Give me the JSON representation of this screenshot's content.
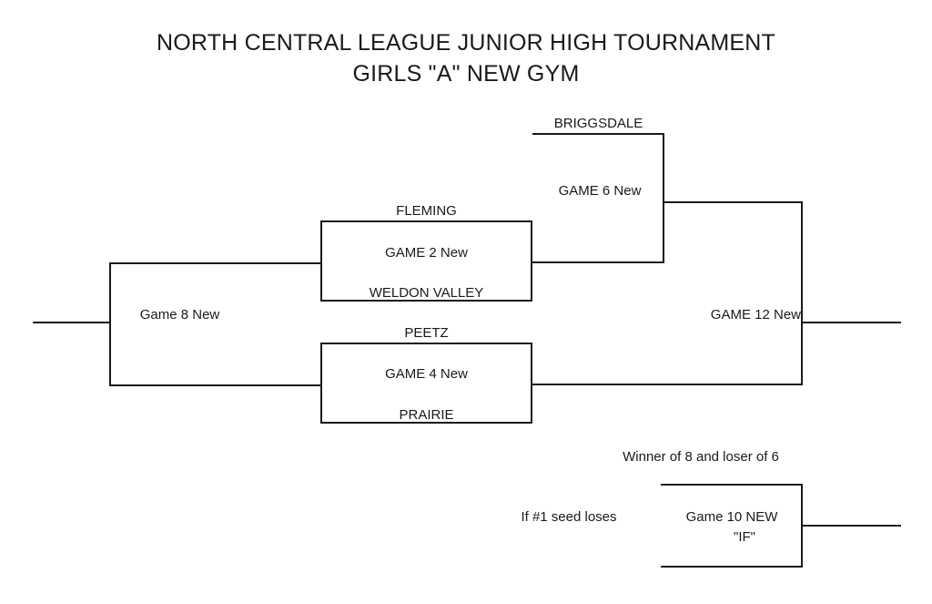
{
  "title": {
    "line1": "NORTH CENTRAL LEAGUE JUNIOR HIGH TOURNAMENT",
    "line2": "GIRLS \"A\" NEW GYM"
  },
  "bracket": {
    "teams": {
      "briggsdale": "BRIGGSDALE",
      "fleming": "FLEMING",
      "weldon_valley": "WELDON VALLEY",
      "peetz": "PEETZ",
      "prairie": "PRAIRIE"
    },
    "games": {
      "game2": "GAME 2 New",
      "game4": "GAME 4 New",
      "game6": "GAME 6 New",
      "game8": "Game 8 New",
      "game12": "GAME 12 New",
      "game10_line1": "Game 10 NEW",
      "game10_line2": "\"IF\""
    },
    "notes": {
      "winner_note": "Winner of  8 and loser of 6",
      "seed_note": "If #1  seed loses"
    }
  },
  "style": {
    "line_color": "#1a1a1a",
    "background": "#ffffff"
  }
}
